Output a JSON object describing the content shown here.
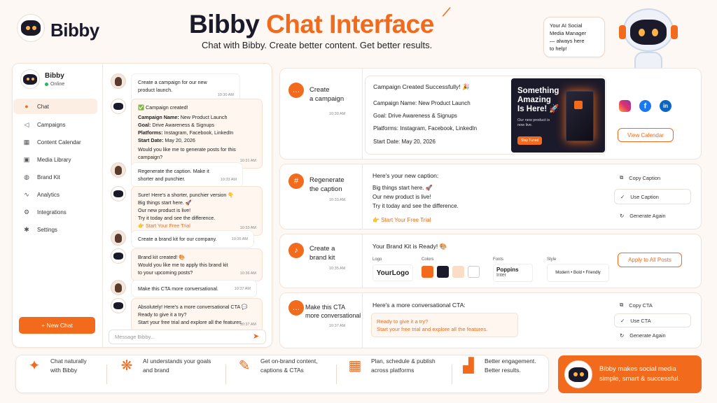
{
  "brand": {
    "name": "Bibby",
    "logo_icon": "robot-icon"
  },
  "header": {
    "title_part1": "Bibby",
    "title_part2": "Chat Interface",
    "subtitle": "Chat with Bibby. Create better content. Get better results."
  },
  "mascot": {
    "speech": [
      "Your AI Social",
      "Media Manager",
      "— always here",
      "to help!"
    ]
  },
  "sidebar": {
    "profile": {
      "name": "Bibby",
      "status": "Online"
    },
    "items": [
      {
        "label": "Chat",
        "icon": "chat-icon",
        "active": true
      },
      {
        "label": "Campaigns",
        "icon": "megaphone-icon"
      },
      {
        "label": "Content Calendar",
        "icon": "calendar-icon"
      },
      {
        "label": "Media Library",
        "icon": "image-icon"
      },
      {
        "label": "Brand Kit",
        "icon": "palette-icon"
      },
      {
        "label": "Analytics",
        "icon": "analytics-icon"
      },
      {
        "label": "Integrations",
        "icon": "integrations-icon"
      },
      {
        "label": "Settings",
        "icon": "gear-icon"
      }
    ],
    "new_chat": "+ New Chat"
  },
  "chat": {
    "m1": {
      "l1": "Create a campaign for our new",
      "l2": "product launch.",
      "time": "10:30 AM"
    },
    "m2": {
      "title": "✅ Campaign created!",
      "l1k": "Campaign Name:",
      "l1v": " New Product Launch",
      "l2k": "Goal:",
      "l2v": " Drive Awareness & Signups",
      "l3k": "Platforms:",
      "l3v": " Instagram, Facebook, LinkedIn",
      "l4k": "Start Date:",
      "l4v": " May 20, 2026",
      "l5": "Would you like me to generate posts for this campaign?",
      "time": "10:31 AM"
    },
    "m3": {
      "l1": "Regenerate the caption. Make it",
      "l2": "shorter and punchier.",
      "time": "10:33 AM"
    },
    "m4": {
      "l1": "Sure! Here's a shorter, punchier version 👇",
      "l2": "Big things start here. 🚀",
      "l3": "Our new product is live!",
      "l4": "Try it today and see the difference.",
      "l5": "👉 Start Your Free Trial",
      "time": "10:33 AM"
    },
    "m5": {
      "l1": "Create a brand kit for our company.",
      "time": "10:35 AM"
    },
    "m6": {
      "l1": "Brand kit created! 🎨",
      "l2": "Would you like me to apply this brand kit",
      "l3": "to your upcoming posts?",
      "time": "10:36 AM"
    },
    "m7": {
      "l1": "Make this CTA more conversational.",
      "time": "10:37 AM"
    },
    "m8": {
      "l1": "Absolutely! Here's a more conversational CTA 💬",
      "l2": "Ready to give it a try?",
      "l3": "Start your free trial and explore all the features.",
      "time": "10:37 AM"
    },
    "input_placeholder": "Message Bibby..."
  },
  "panels": {
    "p1": {
      "label1": "Create",
      "label2": "a campaign",
      "time": "10:30 AM",
      "title": "Campaign Created Successfully! 🎉",
      "l1": "Campaign Name: New Product Launch",
      "l2": "Goal: Drive Awareness & Signups",
      "l3": "Platforms: Instagram, Facebook, LinkedIn",
      "l4": "Start Date: May 20, 2026",
      "promo": {
        "h1": "Something",
        "h2": "Amazing",
        "h3": "Is Here! 🚀",
        "s1": "Our new product is",
        "s2": "now live.",
        "cta": "Stay Tuned"
      },
      "btn": "View Calendar",
      "socials": [
        "instagram-icon",
        "facebook-icon",
        "linkedin-icon"
      ]
    },
    "p2": {
      "label1": "Regenerate",
      "label2": "the caption",
      "time": "10:33 AM",
      "title": "Here's your new caption:",
      "l1": "Big things start here. 🚀",
      "l2": "Our new product is live!",
      "l3": "Try it today and see the difference.",
      "cta": "👉 Start Your Free Trial",
      "actions": [
        "Copy Caption",
        "Use Caption",
        "Generate Again"
      ]
    },
    "p3": {
      "label1": "Create a",
      "label2": "brand kit",
      "time": "10:35 AM",
      "title": "Your Brand Kit is Ready! 🎨",
      "logo_label": "Logo",
      "logo_text": "YourLogo",
      "colors_label": "Colors",
      "colors": [
        "#f26a1b",
        "#1b1a2a",
        "#fbdcc6",
        "#ffffff"
      ],
      "fonts_label": "Fonts",
      "font1": "Poppins",
      "font2": "Inter",
      "style_label": "Style",
      "style_value": "Modern • Bold • Friendly",
      "btn": "Apply to All Posts"
    },
    "p4": {
      "label1": "Make this CTA",
      "label2": "more conversational",
      "time": "10:37 AM",
      "title": "Here's a more conversational CTA:",
      "l1": "Ready to give it a try?",
      "l2": "Start your free trial and explore all the features.",
      "actions": [
        "Copy CTA",
        "Use CTA",
        "Generate Again"
      ]
    }
  },
  "features": [
    {
      "icon": "sparkle-icon",
      "l1": "Chat naturally",
      "l2": "with Bibby"
    },
    {
      "icon": "brain-icon",
      "l1": "AI understands your goals",
      "l2": "and brand"
    },
    {
      "icon": "pencil-icon",
      "l1": "Get on-brand content,",
      "l2": "captions & CTAs"
    },
    {
      "icon": "calendar-icon",
      "l1": "Plan, schedule & publish",
      "l2": "across platforms"
    },
    {
      "icon": "chart-icon",
      "l1": "Better engagement.",
      "l2": "Better results."
    }
  ],
  "promo_footer": {
    "l1": "Bibby makes social media",
    "l2": "simple, smart & successful."
  },
  "accent": "#f26a1b"
}
